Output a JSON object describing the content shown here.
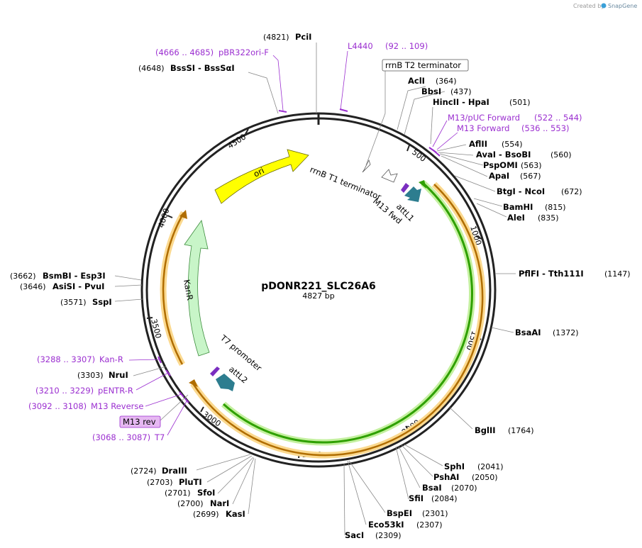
{
  "credit": {
    "prefix": "Created by",
    "brand": "SnapGene"
  },
  "plasmid": {
    "name": "pDONR221_SLC26A6",
    "length_label": "4827 bp"
  },
  "ring_ticks": [
    "500",
    "1000",
    "1500",
    "2000",
    "2500",
    "3000",
    "3500",
    "4000",
    "4500"
  ],
  "enzymes": [
    {
      "name": "PciI",
      "pos": "(4821)"
    },
    {
      "name": "BssSI  -  BssSαI",
      "pos": "(4648)"
    },
    {
      "name": "AclI",
      "pos": "(364)"
    },
    {
      "name": "BbsI",
      "pos": "(437)"
    },
    {
      "name": "HincII  -  HpaI",
      "pos": "(501)"
    },
    {
      "name": "AflII",
      "pos": "(554)"
    },
    {
      "name": "AvaI  -  BsoBI",
      "pos": "(560)"
    },
    {
      "name": "PspOMI",
      "pos": "(563)"
    },
    {
      "name": "ApaI",
      "pos": "(567)"
    },
    {
      "name": "BtgI  -  NcoI",
      "pos": "(672)"
    },
    {
      "name": "BamHI",
      "pos": "(815)"
    },
    {
      "name": "AleI",
      "pos": "(835)"
    },
    {
      "name": "PflFI  -  Tth111I",
      "pos": "(1147)"
    },
    {
      "name": "BsaAI",
      "pos": "(1372)"
    },
    {
      "name": "BglII",
      "pos": "(1764)"
    },
    {
      "name": "SphI",
      "pos": "(2041)"
    },
    {
      "name": "PshAI",
      "pos": "(2050)"
    },
    {
      "name": "BsaI",
      "pos": "(2070)"
    },
    {
      "name": "SfiI",
      "pos": "(2084)"
    },
    {
      "name": "BspEI",
      "pos": "(2301)"
    },
    {
      "name": "Eco53kI",
      "pos": "(2307)"
    },
    {
      "name": "SacI",
      "pos": "(2309)"
    },
    {
      "name": "DraIII",
      "pos": "(2724)"
    },
    {
      "name": "PluTI",
      "pos": "(2703)"
    },
    {
      "name": "SfoI",
      "pos": "(2701)"
    },
    {
      "name": "NarI",
      "pos": "(2700)"
    },
    {
      "name": "KasI",
      "pos": "(2699)"
    },
    {
      "name": "NruI",
      "pos": "(3303)"
    },
    {
      "name": "SspI",
      "pos": "(3571)"
    },
    {
      "name": "AsiSI  -  PvuI",
      "pos": "(3646)"
    },
    {
      "name": "BsmBI  -  Esp3I",
      "pos": "(3662)"
    }
  ],
  "primers": [
    {
      "name": "pBR322ori-F",
      "pos": "(4666 .. 4685)"
    },
    {
      "name": "L4440",
      "pos": "(92 .. 109)"
    },
    {
      "name": "M13/pUC Forward",
      "pos": "(522 .. 544)"
    },
    {
      "name": "M13 Forward",
      "pos": "(536 .. 553)"
    },
    {
      "name": "Kan-R",
      "pos": "(3288 .. 3307)"
    },
    {
      "name": "pENTR-R",
      "pos": "(3210 .. 3229)"
    },
    {
      "name": "M13 Reverse",
      "pos": "(3092 .. 3108)"
    },
    {
      "name": "T7",
      "pos": "(3068 .. 3087)"
    }
  ],
  "features": {
    "rrnB_T2": "rrnB T2 terminator",
    "rrnB_T1": "rrnB T1 terminator",
    "m13_fwd": "M13 fwd",
    "attL1": "attL1",
    "ori": "ori",
    "kanR": "KanR",
    "t7_promoter": "T7 promoter",
    "attL2": "attL2",
    "m13_rev": "M13 rev"
  },
  "colors": {
    "ring": "#222222",
    "primer": "#9b2fd0",
    "ori": "#ffff00",
    "kanR": "#c8f5c8",
    "insert": "#2ea000",
    "insert_glow": "#c4f0a0",
    "orange": "#b06d00",
    "orange_glow": "#fbd98f",
    "att": "#2d7d8f",
    "m13rev_fill": "#e6b8f2"
  }
}
